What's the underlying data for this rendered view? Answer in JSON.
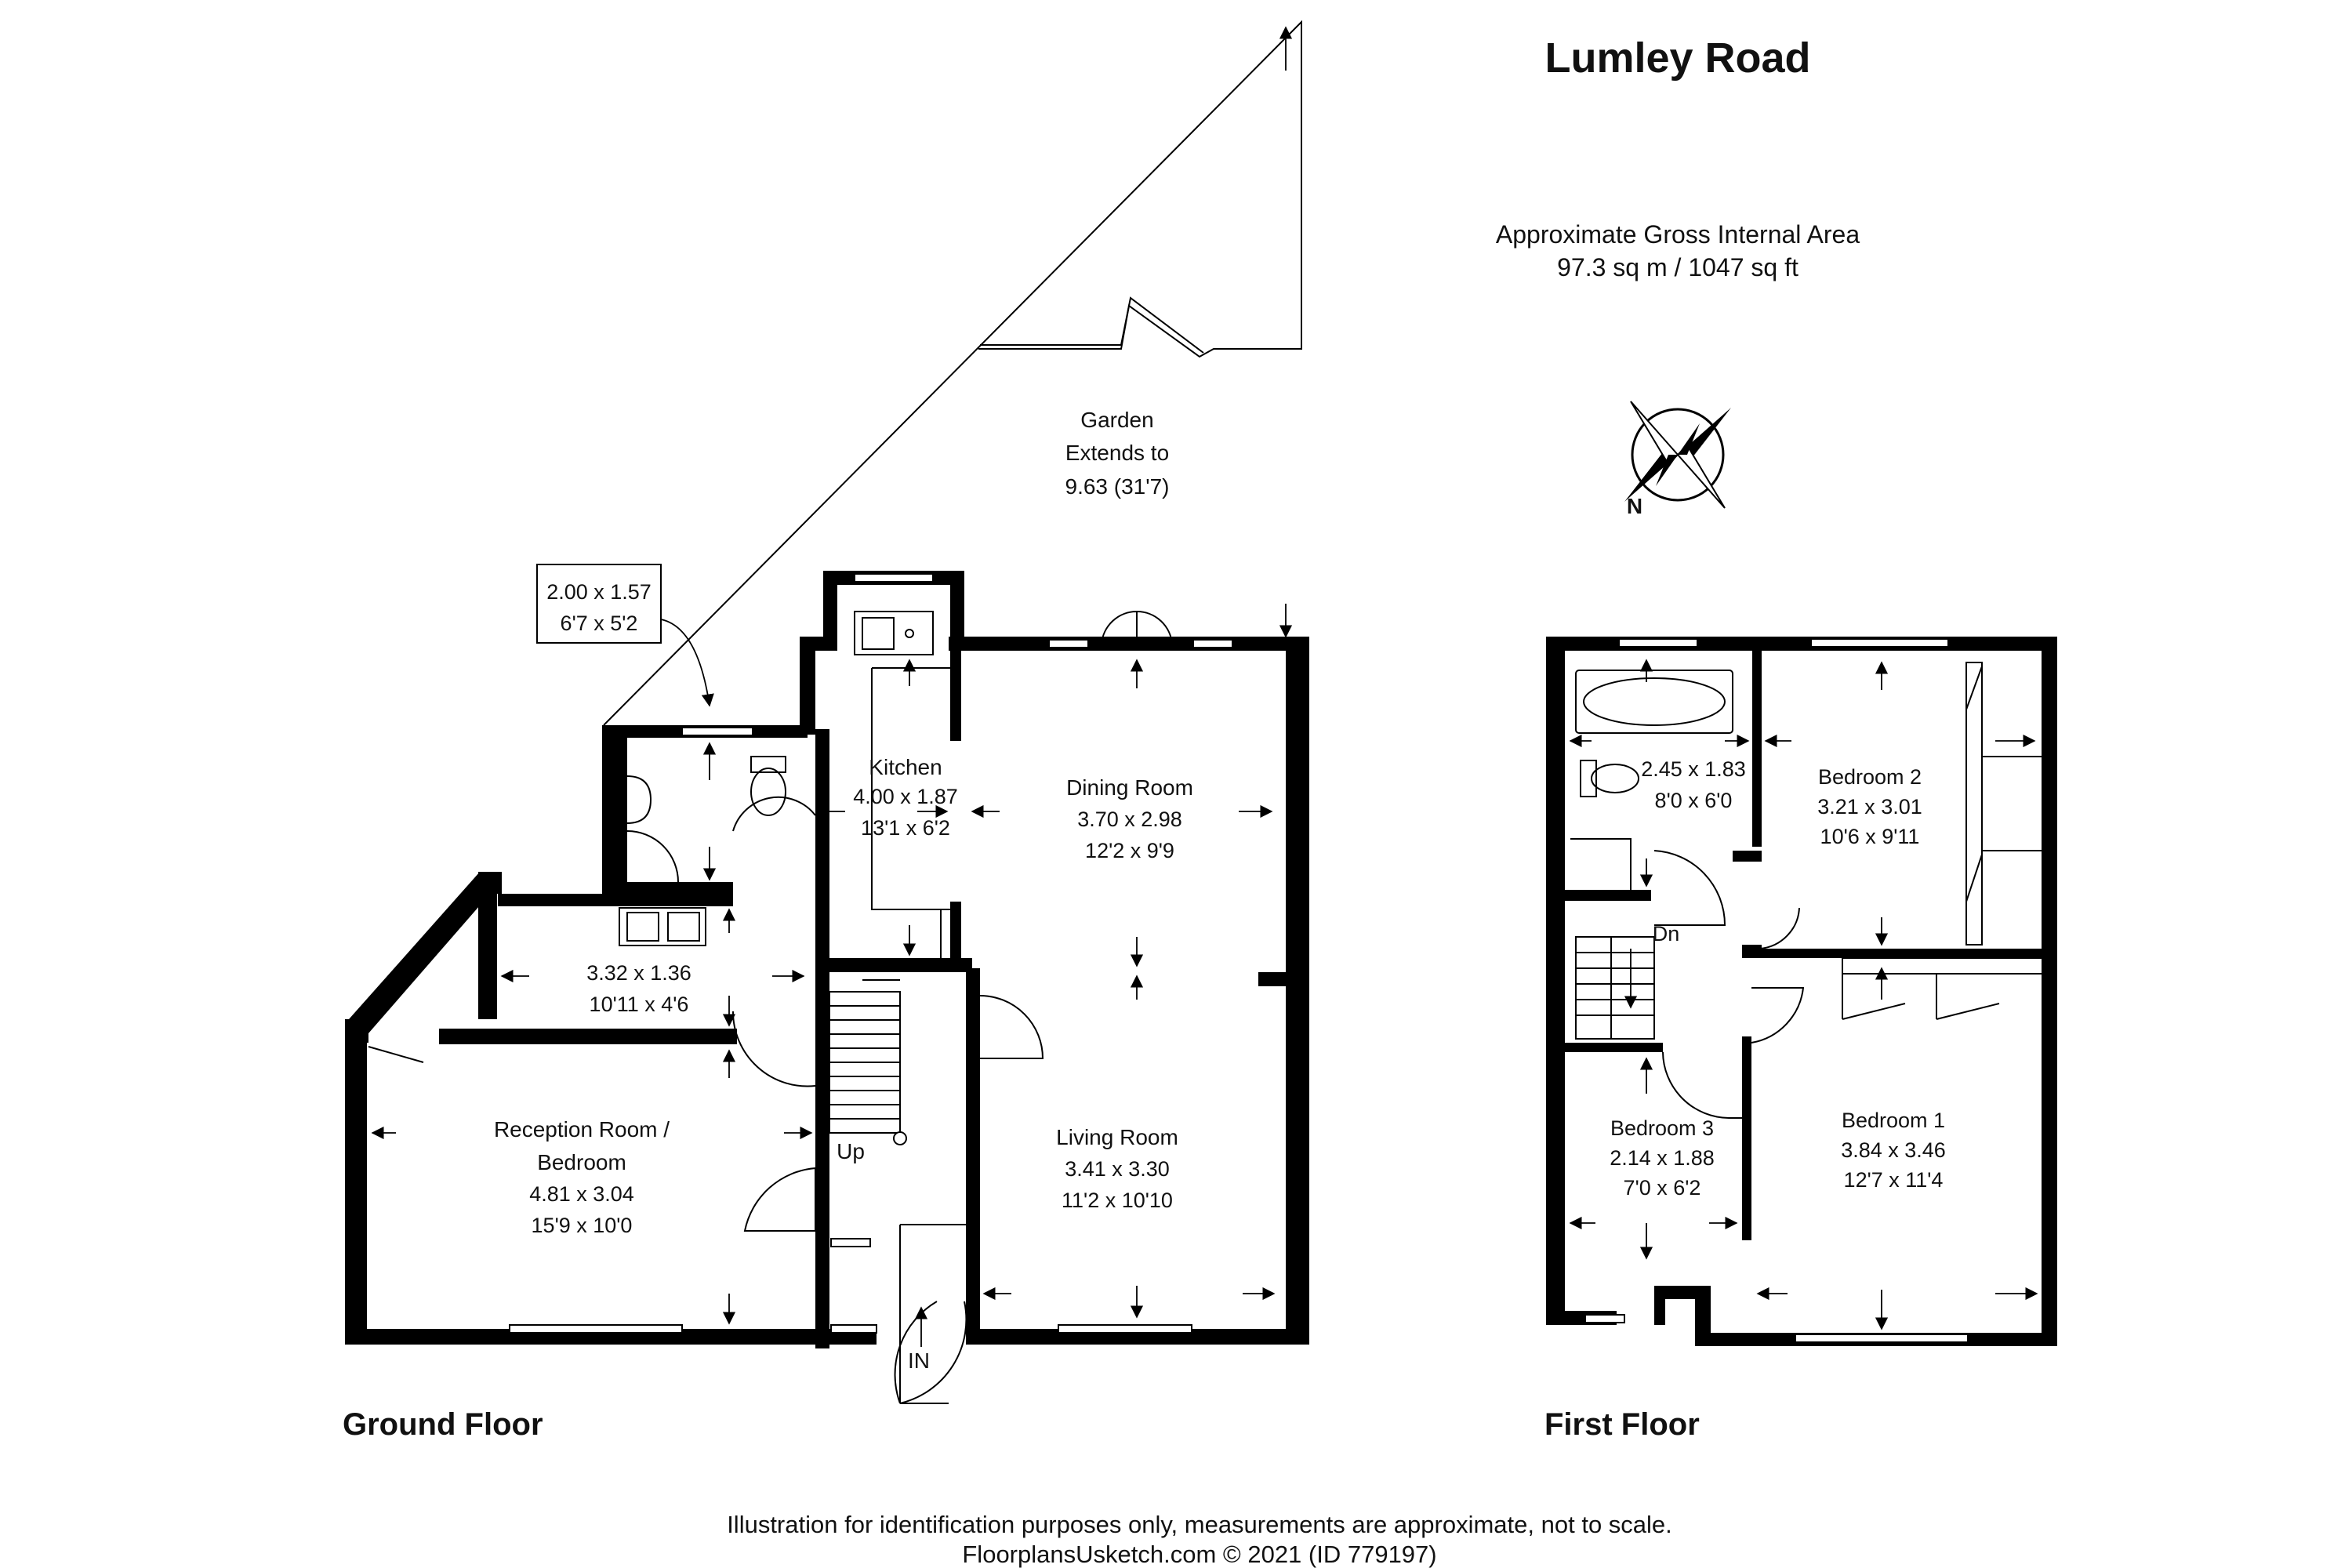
{
  "header": {
    "title": "Lumley Road",
    "area_line1": "Approximate Gross Internal Area",
    "area_line2": "97.3 sq m / 1047 sq ft"
  },
  "compass": {
    "label": "N"
  },
  "ground_floor": {
    "label": "Ground Floor",
    "garden": {
      "line1": "Garden",
      "line2": "Extends to",
      "line3": "9.63 (31'7)"
    },
    "shower_room": {
      "metric": "2.00 x 1.57",
      "imperial": "6'7 x 5'2"
    },
    "utility": {
      "metric": "3.32 x 1.36",
      "imperial": "10'11 x 4'6"
    },
    "kitchen": {
      "name": "Kitchen",
      "metric": "4.00 x 1.87",
      "imperial": "13'1 x 6'2"
    },
    "dining": {
      "name": "Dining Room",
      "metric": "3.70 x 2.98",
      "imperial": "12'2 x 9'9"
    },
    "living": {
      "name": "Living Room",
      "metric": "3.41 x 3.30",
      "imperial": "11'2 x 10'10"
    },
    "reception": {
      "name1": "Reception Room /",
      "name2": "Bedroom",
      "metric": "4.81 x 3.04",
      "imperial": "15'9 x 10'0"
    },
    "stairs_label": "Up",
    "entrance_label": "IN"
  },
  "first_floor": {
    "label": "First Floor",
    "bathroom": {
      "metric": "2.45 x 1.83",
      "imperial": "8'0 x 6'0"
    },
    "bedroom2": {
      "name": "Bedroom 2",
      "metric": "3.21 x 3.01",
      "imperial": "10'6 x 9'11"
    },
    "bedroom1": {
      "name": "Bedroom 1",
      "metric": "3.84 x 3.46",
      "imperial": "12'7 x 11'4"
    },
    "bedroom3": {
      "name": "Bedroom 3",
      "metric": "2.14 x 1.88",
      "imperial": "7'0 x 6'2"
    },
    "stairs_label": "Dn"
  },
  "footer": {
    "line1": "Illustration for identification purposes only, measurements are approximate, not to scale.",
    "line2": "FloorplansUsketch.com © 2021 (ID 779197)"
  }
}
